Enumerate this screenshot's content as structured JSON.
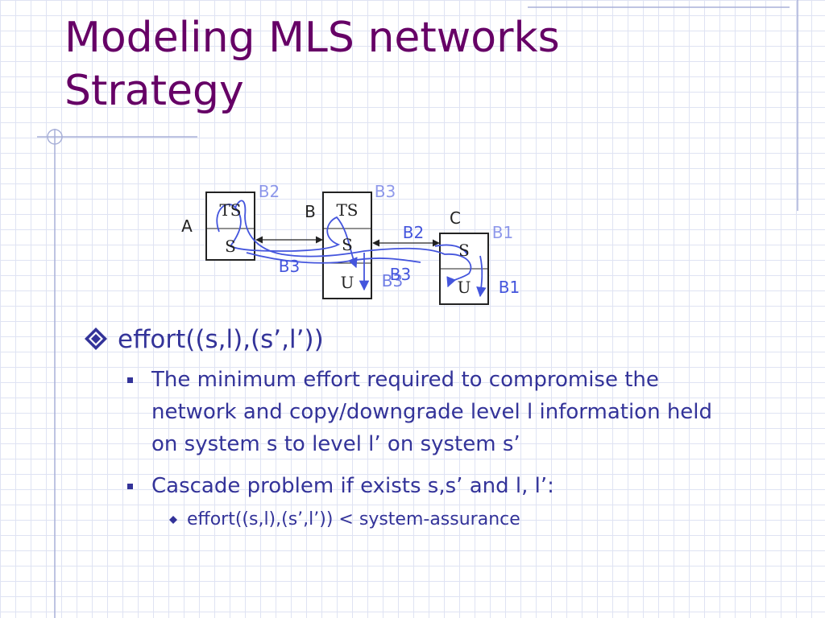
{
  "title": {
    "line1": "Modeling MLS networks",
    "line2": "Strategy"
  },
  "diagram": {
    "systems": [
      {
        "name": "A",
        "levels": [
          "TS",
          "S"
        ]
      },
      {
        "name": "B",
        "levels": [
          "TS",
          "S",
          "U"
        ]
      },
      {
        "name": "C",
        "levels": [
          "S",
          "U"
        ]
      }
    ],
    "path_labels": {
      "b2_top": "B2",
      "b3_top": "B3",
      "b2_mid": "B2",
      "b1_top": "B1",
      "b3_left": "B3",
      "b3_center_a": "B3",
      "b3_center_b": "B3",
      "b1_bottom": "B1"
    },
    "colors": {
      "path": "#4455dd",
      "label": "#4455dd",
      "box": "#222222"
    }
  },
  "bullets": {
    "level1": "effort((s,l),(s’,l’))",
    "level2": [
      "The minimum effort required to compromise the network and copy/downgrade level l information held on system s to level l’ on system s’",
      "Cascade problem if exists s,s’ and l, l’:"
    ],
    "level3": "effort((s,l),(s’,l’)) < system-assurance"
  },
  "colors": {
    "title": "#660066",
    "text": "#333399",
    "grid": "#dfe3f3"
  }
}
